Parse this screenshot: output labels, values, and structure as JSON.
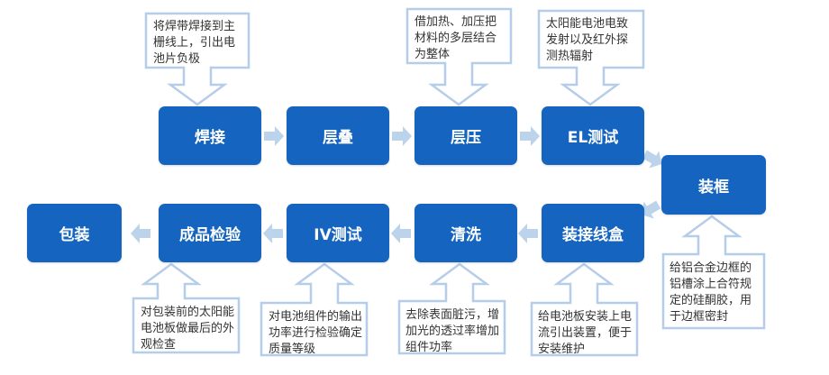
{
  "steps": {
    "welding": "焊接",
    "stacking": "层叠",
    "laminating": "层压",
    "el_test": "EL测试",
    "framing": "装框",
    "junction_box": "装接线盒",
    "cleaning": "清洗",
    "iv_test": "IV测试",
    "final_inspection": "成品检验",
    "packaging": "包装"
  },
  "notes": {
    "welding": "将焊带焊接到主栅线上，引出电池片负极",
    "laminating": "借加热、加压把材料的多层结合为整体",
    "el_test": "太阳能电池电致发射以及红外探测热辐射",
    "framing": "给铝合金边框的铝槽涂上合符规定的硅酮胶，用于边框密封",
    "junction_box": "给电池板安装上电流引出装置，便于安装维护",
    "cleaning": "去除表面脏污，增加光的透过率增加组件功率",
    "iv_test": "对电池组件的输出功率进行检验确定质量等级",
    "final_inspection": "对包装前的太阳能电池板做最后的外观检查"
  },
  "colors": {
    "step": "#1565c0",
    "arrow": "#bcd3ec",
    "outline": "#b5cde8"
  }
}
